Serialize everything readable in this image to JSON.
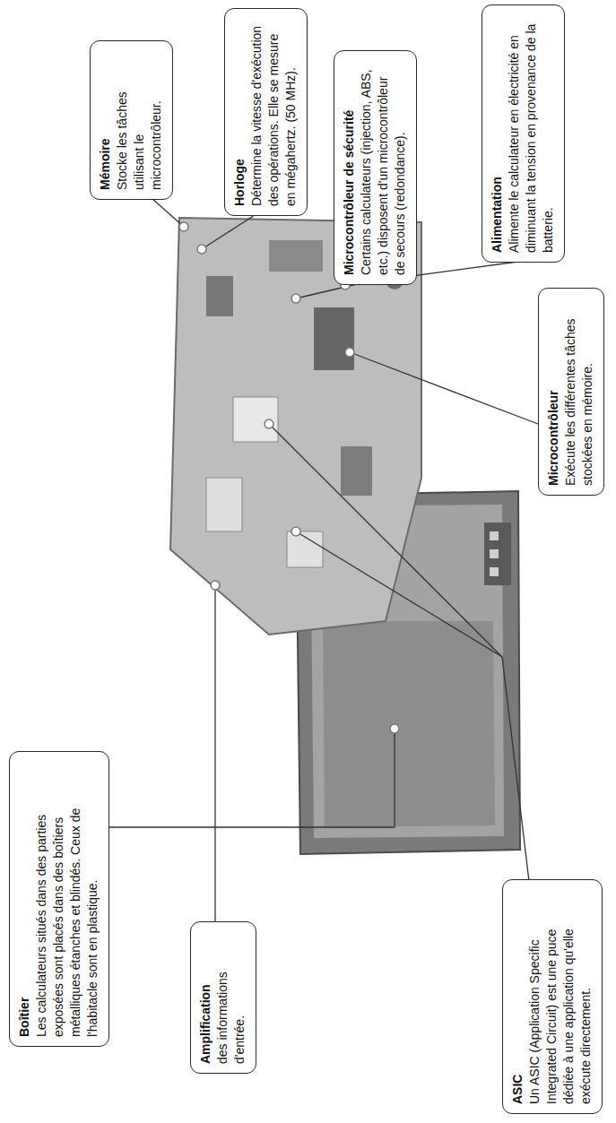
{
  "diagram": {
    "nodes": [
      {
        "text": [
          "Boîtier",
          "Les calculateurs situés dans des parties exposées sont placés dans des boîtiers métalliques étanches et blindés. Ceux de l'habitacle sont en plastique."
        ]
      },
      {
        "text": [
          "Mémoire",
          "Stocke les tâches utilisant le microcontrôleur."
        ]
      },
      {
        "text": [
          "Amplification",
          "des informations d'entrée."
        ]
      },
      {
        "text": [
          "Horloge",
          "Détermine la vitesse d'exécution des opérations. Elle se mesure en mégahertz. (50 MHz)."
        ]
      },
      {
        "text": [
          "Microcontrôleur de sécurité",
          "Certains calculateurs (injection, ABS, etc.) disposent d'un microcontrôleur de secours (redondance)."
        ]
      },
      {
        "text": [
          "ASIC",
          "Un ASIC (Application Specific Integrated Circuit) est une puce dédiée à une application qu'elle exécute directement."
        ]
      },
      {
        "text": [
          "Alimentation",
          "Alimente le calculateur en électricité en diminuant la tension en provenance de la batterie."
        ]
      },
      {
        "text": [
          "Microcontrôleur",
          "Exécute les différentes tâches stockées en mémoire."
        ]
      }
    ]
  }
}
